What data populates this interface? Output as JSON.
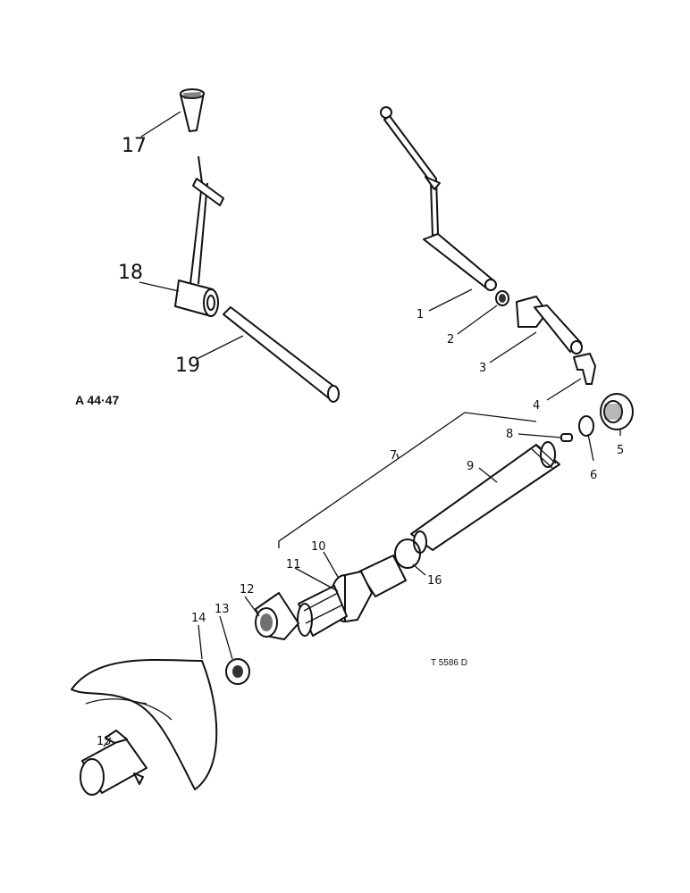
{
  "figure": {
    "reference": "A 44·47",
    "drawing_code": "T 5586 D"
  },
  "callouts": [
    {
      "id": "1",
      "label": "1"
    },
    {
      "id": "2",
      "label": "2"
    },
    {
      "id": "3",
      "label": "3"
    },
    {
      "id": "4",
      "label": "4"
    },
    {
      "id": "5",
      "label": "5"
    },
    {
      "id": "6",
      "label": "6"
    },
    {
      "id": "7",
      "label": "7"
    },
    {
      "id": "8",
      "label": "8"
    },
    {
      "id": "9",
      "label": "9"
    },
    {
      "id": "10",
      "label": "10"
    },
    {
      "id": "11",
      "label": "11"
    },
    {
      "id": "12",
      "label": "12"
    },
    {
      "id": "13",
      "label": "13"
    },
    {
      "id": "14",
      "label": "14"
    },
    {
      "id": "15",
      "label": "15"
    },
    {
      "id": "16",
      "label": "16"
    },
    {
      "id": "17",
      "label": "17"
    },
    {
      "id": "18",
      "label": "18"
    },
    {
      "id": "19",
      "label": "19"
    }
  ]
}
